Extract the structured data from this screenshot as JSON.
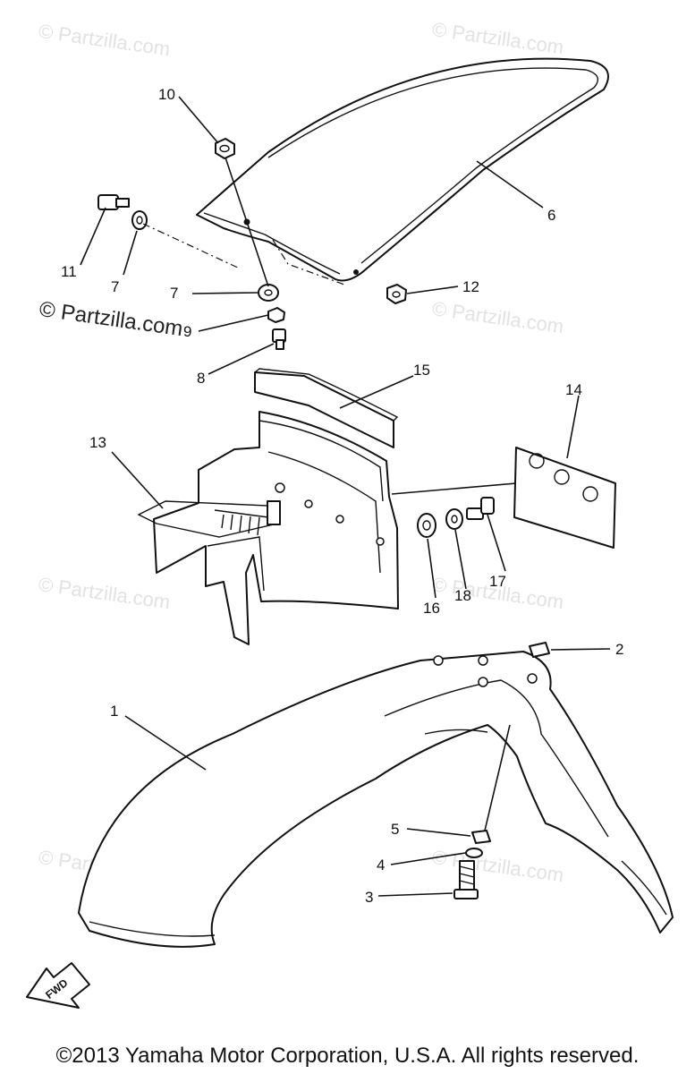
{
  "watermark": "© Partzilla.com",
  "copyright": "©2013 Yamaha Motor Corporation, U.S.A. All rights reserved.",
  "direction_label": "FWD",
  "callouts": {
    "c1": "1",
    "c2": "2",
    "c3": "3",
    "c4": "4",
    "c5": "5",
    "c6": "6",
    "c7a": "7",
    "c7b": "7",
    "c8": "8",
    "c9": "9",
    "c10": "10",
    "c11": "11",
    "c12": "12",
    "c13": "13",
    "c14": "14",
    "c15": "15",
    "c16": "16",
    "c17": "17",
    "c18": "18"
  },
  "colors": {
    "line": "#111111",
    "watermark": "#e2e2e2",
    "background": "#ffffff"
  }
}
